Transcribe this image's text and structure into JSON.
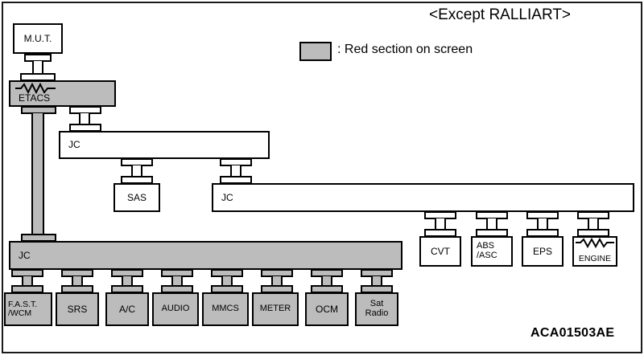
{
  "diagram": {
    "title": "<Except RALLIART>",
    "part_number": "ACA01503AE",
    "legend": {
      "swatch_color": "#bcbcbc",
      "text": ": Red section on screen"
    },
    "nodes": {
      "mut": "M.U.T.",
      "etacs": "ETACS",
      "jc_upper": "JC",
      "jc_mid": "JC",
      "jc_bottom": "JC",
      "sas": "SAS",
      "fast_wcm": "F.A.S.T.\n/WCM",
      "srs": "SRS",
      "ac": "A/C",
      "audio": "AUDIO",
      "mmcs": "MMCS",
      "meter": "METER",
      "ocm": "OCM",
      "sat_radio": "Sat\nRadio",
      "cvt": "CVT",
      "abs_asc": "ABS\n/ASC",
      "eps": "EPS",
      "engine": "ENGINE"
    },
    "icons": {
      "etacs_symbol": "resistor-zigzag-icon",
      "engine_symbol": "resistor-zigzag-icon"
    }
  }
}
